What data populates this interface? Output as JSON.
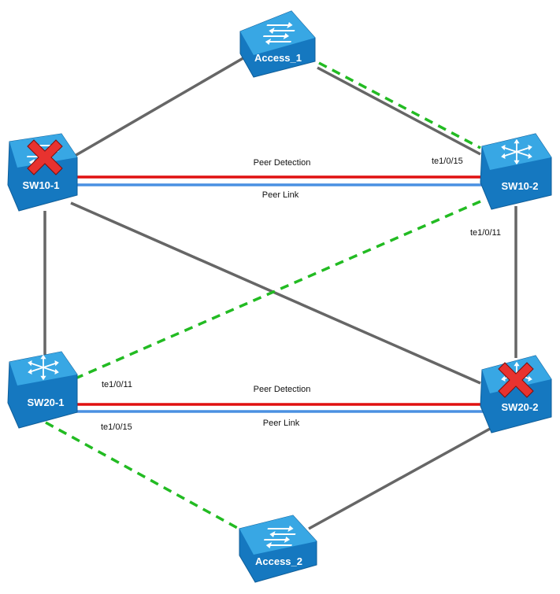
{
  "devices": {
    "access1": {
      "name": "Access_1",
      "failed": false
    },
    "sw10_1": {
      "name": "SW10-1",
      "failed": true
    },
    "sw10_2": {
      "name": "SW10-2",
      "failed": false
    },
    "sw20_1": {
      "name": "SW20-1",
      "failed": false
    },
    "sw20_2": {
      "name": "SW20-2",
      "failed": true
    },
    "access2": {
      "name": "Access_2",
      "failed": false
    }
  },
  "links": {
    "peer_detection_top": "Peer Detection",
    "peer_link_top": "Peer Link",
    "peer_detection_bottom": "Peer Detection",
    "peer_link_bottom": "Peer Link"
  },
  "ports": {
    "sw10_2_a": "te1/0/15",
    "sw10_2_b": "te1/0/11",
    "sw20_1_a": "te1/0/11",
    "sw20_1_b": "te1/0/15"
  },
  "colors": {
    "link_gray": "#666666",
    "active_path": "#22bb22",
    "peer_detection": "#e01010",
    "peer_link": "#4a90e2",
    "switch_top": "#38a7e4",
    "switch_side": "#1578c0",
    "fail_x": "#e8322f"
  }
}
